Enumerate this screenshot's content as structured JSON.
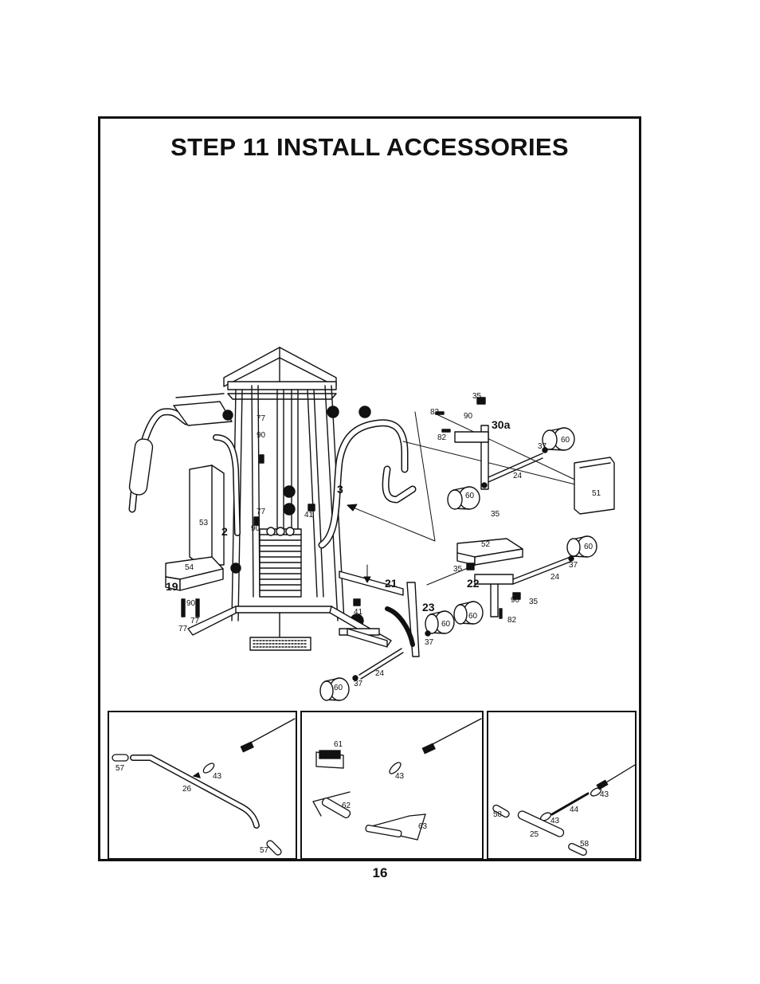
{
  "page": {
    "title": "STEP 11  INSTALL  ACCESSORIES",
    "page_number": "16"
  },
  "main_labels": {
    "l2": "2",
    "l3": "3",
    "l19": "19",
    "l21": "21",
    "l22": "22",
    "l23": "23",
    "l30a": "30a",
    "l53": "53",
    "l54": "54",
    "l77a": "77",
    "l90a": "90",
    "l77b": "77",
    "l90b": "90",
    "l41a": "41",
    "l41b": "41",
    "l90c": "90",
    "l77c": "77",
    "l77d": "77",
    "l35a": "35",
    "l82a": "82",
    "l90d": "90",
    "l82b": "82",
    "l37a": "37",
    "l60a": "60",
    "l24a": "24",
    "l60b": "60",
    "l35b": "35",
    "l51": "51",
    "l52": "52",
    "l35c": "35",
    "l60c": "60",
    "l37b": "37",
    "l24b": "24",
    "l90e": "90",
    "l35d": "35",
    "l82c": "82",
    "l60d": "60",
    "l60e": "60",
    "l37c": "37",
    "l24c": "24",
    "l60f": "60",
    "l37d": "37"
  },
  "panel1": {
    "l57a": "57",
    "l43": "43",
    "l26": "26",
    "l57b": "57"
  },
  "panel2": {
    "l61": "61",
    "l43": "43",
    "l62": "62",
    "l63": "63"
  },
  "panel3": {
    "l58a": "58",
    "l43a": "43",
    "l44": "44",
    "l43b": "43",
    "l25": "25",
    "l58b": "58"
  }
}
